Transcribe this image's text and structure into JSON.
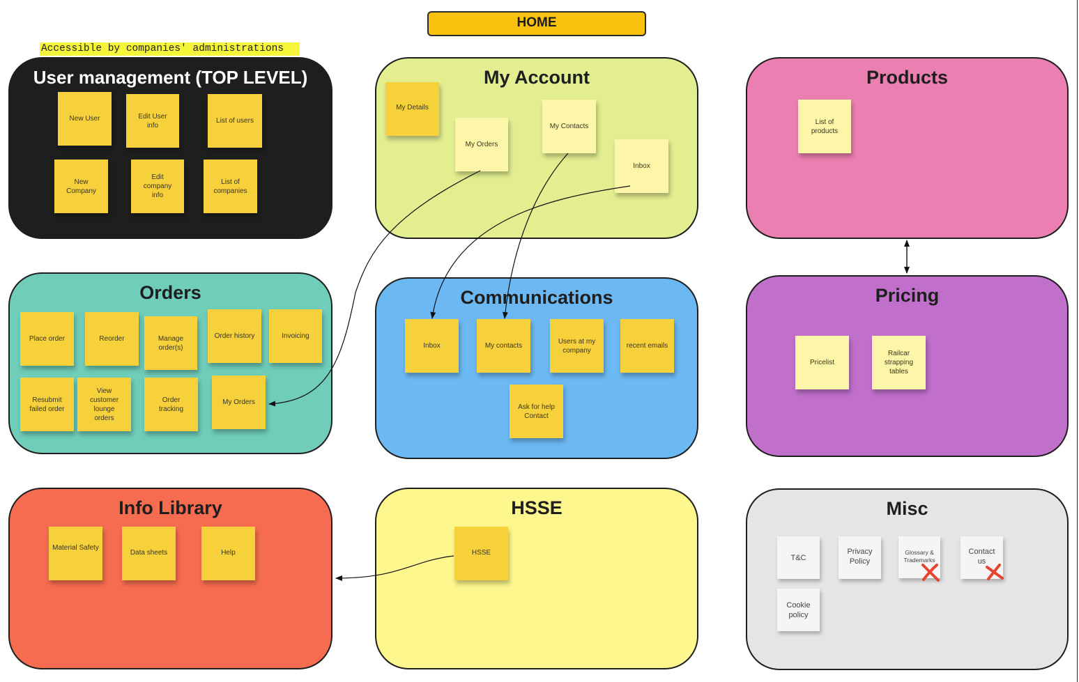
{
  "header": {
    "home_label": "HOME",
    "access_note": "Accessible by companies' administrations"
  },
  "colors": {
    "home": "#f8c20f",
    "user_management": "#1e1e1e",
    "my_account": "#e2ee90",
    "products": "#eb7fb1",
    "orders": "#6fcdba",
    "communications": "#6cb8f2",
    "pricing": "#c070cb",
    "info_library": "#f56c50",
    "hsse": "#fdf78d",
    "misc": "#e5e5e5",
    "sticky_yellow": "#f7d13b",
    "sticky_light": "#fdf6a8",
    "sticky_white": "#f5f5f5",
    "x_mark": "#e8432d"
  },
  "frames": {
    "user_management": {
      "title": "User management (TOP LEVEL)",
      "notes": [
        "New User",
        "Edit  User info",
        "List of users",
        "New Company",
        "Edit company info",
        "List of companies"
      ]
    },
    "my_account": {
      "title": "My Account",
      "notes": [
        "My Details",
        "My Orders",
        "My Contacts",
        "Inbox"
      ]
    },
    "products": {
      "title": "Products",
      "notes": [
        "List of products"
      ]
    },
    "orders": {
      "title": "Orders",
      "notes": [
        "Place order",
        "Reorder",
        "Manage order(s)",
        "Order history",
        "Invoicing",
        "Resubmit failed order",
        "View customer lounge orders",
        "Order tracking",
        "My Orders"
      ]
    },
    "communications": {
      "title": "Communications",
      "notes": [
        "Inbox",
        "My contacts",
        "Users at my company",
        "recent emails",
        "Ask for help Contact"
      ]
    },
    "pricing": {
      "title": "Pricing",
      "notes": [
        "Pricelist",
        "Railcar strapping tables"
      ]
    },
    "info_library": {
      "title": "Info Library",
      "notes": [
        "Material Safety",
        "Data sheets",
        "Help"
      ]
    },
    "hsse": {
      "title": "HSSE",
      "notes": [
        "HSSE"
      ]
    },
    "misc": {
      "title": "Misc",
      "notes": [
        "T&C",
        "Privacy Policy",
        "Glossary & Trademarks",
        "Contact us",
        "Cookie policy"
      ]
    }
  }
}
